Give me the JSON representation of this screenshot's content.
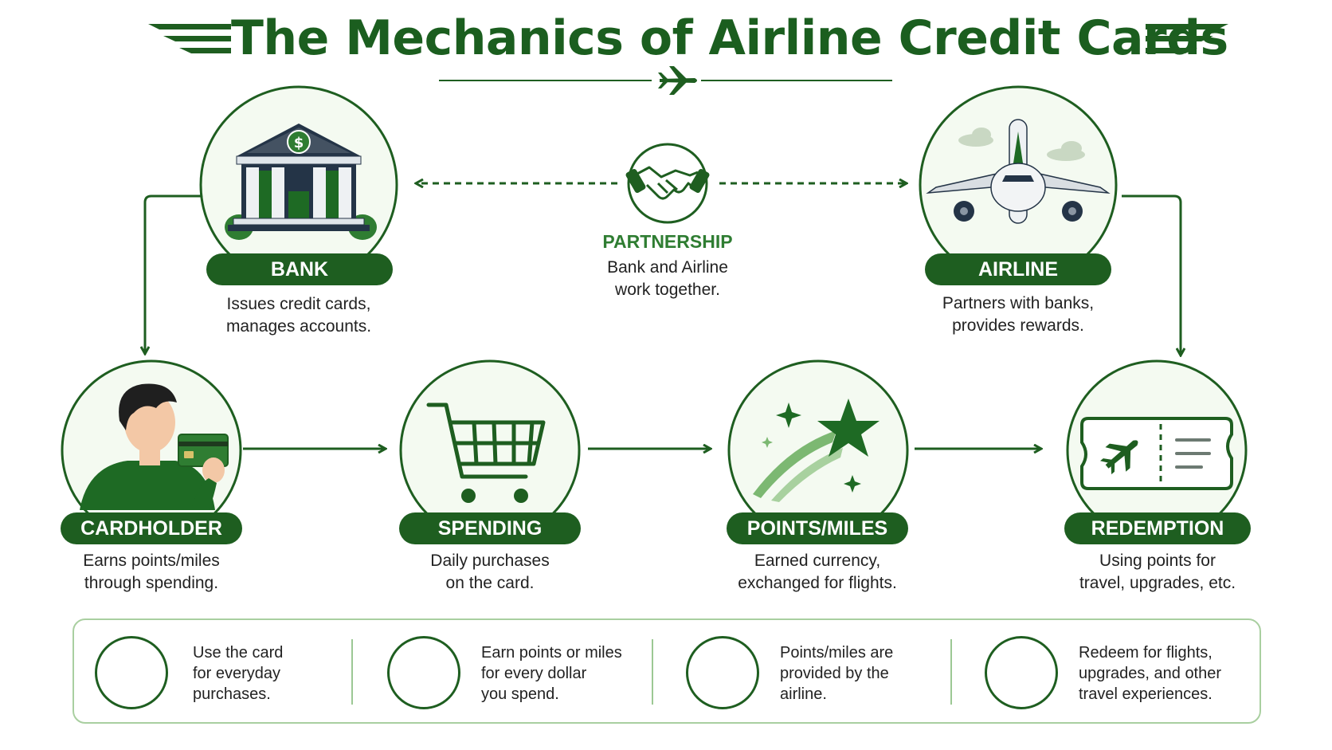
{
  "title": "The Mechanics of Airline Credit Cards",
  "colors": {
    "primary": "#1e5e20",
    "accent": "#2f7d32",
    "light": "#eef6ea",
    "border": "#a9cfa0"
  },
  "partnership": {
    "title": "PARTNERSHIP",
    "desc_lines": [
      "Bank and Airline",
      "work together."
    ],
    "icon": "handshake-icon"
  },
  "nodes": {
    "bank": {
      "label": "BANK",
      "desc_lines": [
        "Issues credit cards,",
        "manages accounts."
      ],
      "icon": "bank-building-icon"
    },
    "airline": {
      "label": "AIRLINE",
      "desc_lines": [
        "Partners with banks,",
        "provides rewards."
      ],
      "icon": "airplane-icon"
    },
    "cardholder": {
      "label": "CARDHOLDER",
      "desc_lines": [
        "Earns points/miles",
        "through spending."
      ],
      "icon": "person-with-card-icon"
    },
    "spending": {
      "label": "SPENDING",
      "desc_lines": [
        "Daily purchases",
        "on the card."
      ],
      "icon": "shopping-cart-icon"
    },
    "points": {
      "label": "POINTS/MILES",
      "desc_lines": [
        "Earned currency,",
        "exchanged for flights."
      ],
      "icon": "shooting-star-icon"
    },
    "redemption": {
      "label": "REDEMPTION",
      "desc_lines": [
        "Using points for",
        "travel, upgrades, etc."
      ],
      "icon": "flight-ticket-icon"
    }
  },
  "summary": [
    {
      "icon": "credit-card-icon",
      "lines": [
        "Use the card",
        "for everyday",
        "purchases."
      ]
    },
    {
      "icon": "star-icon",
      "lines": [
        "Earn points or miles",
        "for every dollar",
        "you spend."
      ]
    },
    {
      "icon": "gift-icon",
      "lines": [
        "Points/miles are",
        "provided by the",
        "airline."
      ]
    },
    {
      "icon": "luggage-icon",
      "lines": [
        "Redeem for flights,",
        "upgrades, and other",
        "travel experiences."
      ]
    }
  ]
}
